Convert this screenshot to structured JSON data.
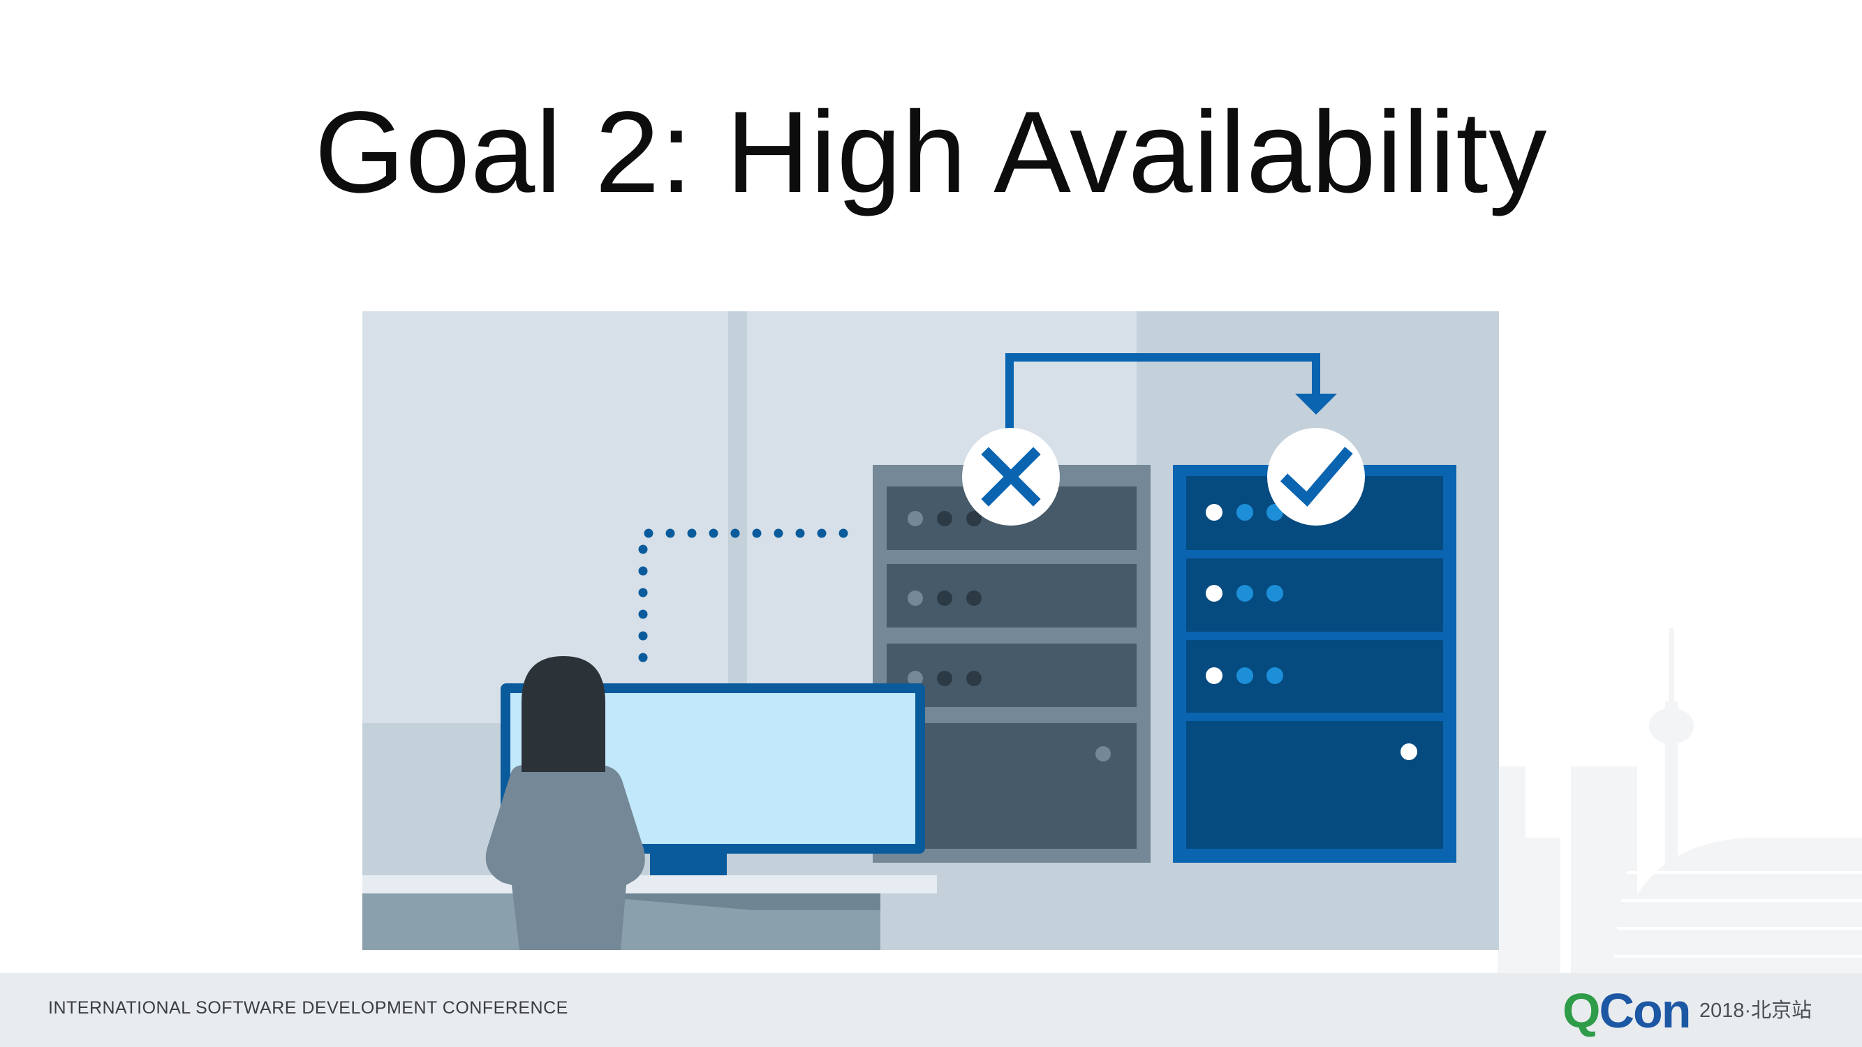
{
  "slide": {
    "title": "Goal 2: High Availability"
  },
  "footer": {
    "conference": "INTERNATIONAL SOFTWARE DEVELOPMENT CONFERENCE",
    "logo_q": "Q",
    "logo_con": "Con",
    "logo_sub": "2018·北京站"
  },
  "illustration": {
    "failed_server_icon": "x-icon",
    "standby_server_icon": "check-icon",
    "colors": {
      "failed_server": "#748897",
      "standby_server": "#0a64b0",
      "connection": "#0a5b9c",
      "monitor_screen": "#c2e8fb"
    }
  }
}
